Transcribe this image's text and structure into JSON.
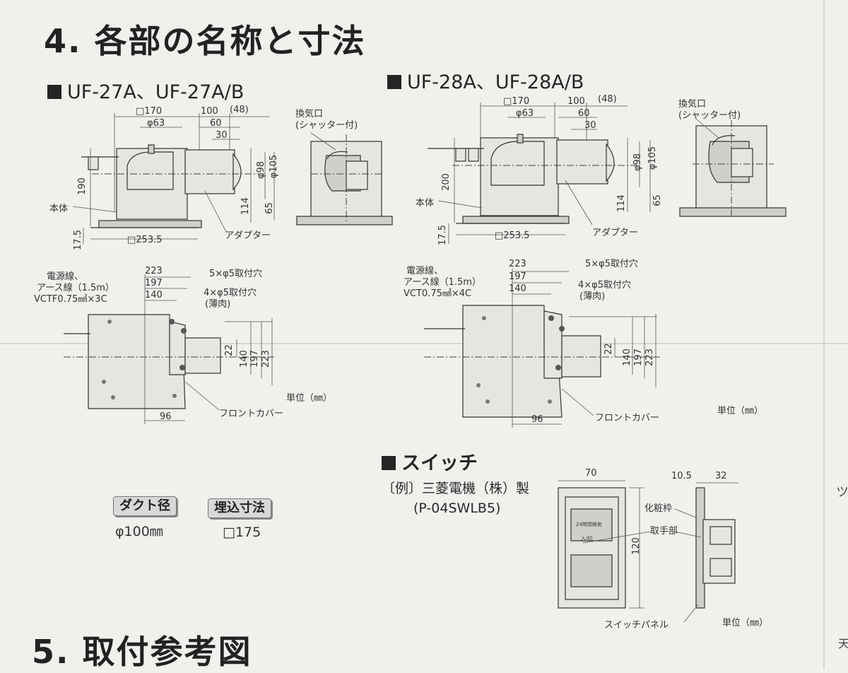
{
  "section4": {
    "title": "4. 各部の名称と寸法"
  },
  "uf27": {
    "heading": "UF-27A、UF-27A/B",
    "dims": {
      "w170": "□170",
      "d63": "φ63",
      "d100": "100",
      "d48": "(48)",
      "d60": "60",
      "d30": "30",
      "h190": "190",
      "d98": "φ98",
      "d105": "φ105",
      "h114": "114",
      "h65": "65",
      "h175": "17.5",
      "w2535": "□253.5"
    },
    "labels": {
      "body": "本体",
      "adapter": "アダプター",
      "exhaust_line1": "換気口",
      "exhaust_line2": "(シャッター付)"
    },
    "plan": {
      "power_line1": "電源線、",
      "power_line2": "アース線（1.5m）",
      "power_line3": "VCTF0.75㎟×3C",
      "d223": "223",
      "d197": "197",
      "d140": "140",
      "holes5": "5×φ5取付穴",
      "holes4_line1": "4×φ5取付穴",
      "holes4_line2": "(薄肉)",
      "v22": "22",
      "v140": "140",
      "v197": "197",
      "v223": "223",
      "d96": "96",
      "front_cover": "フロントカバー",
      "unit": "単位（㎜）"
    }
  },
  "uf28": {
    "heading": "UF-28A、UF-28A/B",
    "dims": {
      "w170": "□170",
      "d63": "φ63",
      "d100": "100",
      "d48": "(48)",
      "d60": "60",
      "d30": "30",
      "h200": "200",
      "d98": "φ98",
      "d105": "φ105",
      "h114": "114",
      "h65": "65",
      "h175": "17.5",
      "w2535": "□253.5"
    },
    "labels": {
      "body": "本体",
      "adapter": "アダプター",
      "exhaust_line1": "換気口",
      "exhaust_line2": "(シャッター付)"
    },
    "plan": {
      "power_line1": "電源線、",
      "power_line2": "アース線（1.5m）",
      "power_line3": "VCT0.75㎟×4C",
      "d223": "223",
      "d197": "197",
      "d140": "140",
      "holes5": "5×φ5取付穴",
      "holes4_line1": "4×φ5取付穴",
      "holes4_line2": "(薄肉)",
      "v22": "22",
      "v140": "140",
      "v197": "197",
      "v223": "223",
      "d96": "96",
      "front_cover": "フロントカバー",
      "unit": "単位（㎜）"
    }
  },
  "duct": {
    "label": "ダクト径",
    "value": "φ100㎜"
  },
  "embed": {
    "label": "埋込寸法",
    "value": "□175"
  },
  "switch": {
    "heading": "スイッチ",
    "example": "〔例〕三菱電機（株）製",
    "model": "(P-04SWLB5)",
    "w70": "70",
    "h120": "120",
    "d105": "10.5",
    "d32": "32",
    "frame": "化粧枠",
    "handle": "取手部",
    "panel": "スイッチパネル",
    "unit": "単位（㎜）",
    "panel_text1": "24時間換気",
    "panel_text2": "入/切"
  },
  "section5": {
    "title": "5. 取付参考図"
  },
  "edge": {
    "char1": "ツ",
    "char2": "天"
  }
}
